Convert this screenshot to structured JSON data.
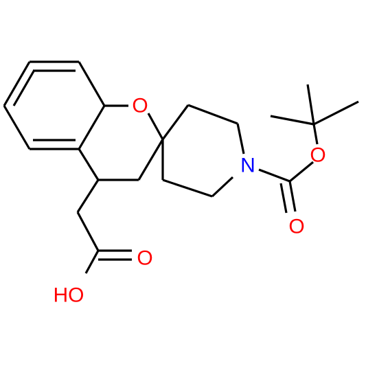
{
  "molecule": {
    "bond_color": "#000000",
    "heteroatom_color": "#ff0000",
    "nitrogen_color": "#0000ff",
    "labels": {
      "ring_oxygen": "O",
      "nitrogen": "N",
      "ester_oxygen": "O",
      "carbonyl_oxygen_boc": "O",
      "carbonyl_oxygen_acid": "O",
      "hydroxyl": "HO"
    }
  }
}
